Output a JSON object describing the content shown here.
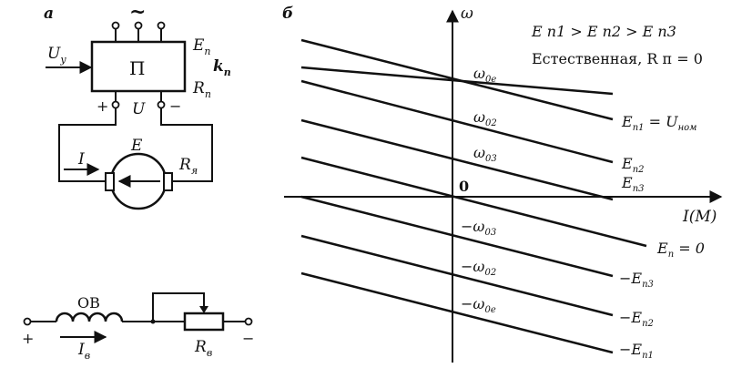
{
  "circuit": {
    "panel_label": "а",
    "converter_label": "П",
    "ac_symbol": "~",
    "control_input_label": "U",
    "control_input_sub": "у",
    "source_emf_label": "E",
    "source_emf_sub": "п",
    "gain_label": "k",
    "gain_sub": "п",
    "source_resistance_label": "R",
    "source_resistance_sub": "п",
    "plus_label": "+",
    "minus_label": "−",
    "voltage_label": "U",
    "motor_emf_label": "E",
    "current_label": "I",
    "armature_resistance_label": "R",
    "armature_resistance_sub": "я"
  },
  "field_circuit": {
    "winding_label": "ОВ",
    "current_label": "I",
    "current_sub": "в",
    "resistor_label": "R",
    "resistor_sub": "в",
    "plus_label": "+",
    "minus_label": "−"
  },
  "chart": {
    "panel_label": "б",
    "y_axis_label": "ω",
    "x_axis_label": "I(M)",
    "origin_label": "0",
    "legend_line1": "E п1 > E п2 > E п3",
    "legend_line2": "Естественная, R п = 0",
    "omega_labels": {
      "w0e": "ω",
      "w0e_sub": "0е",
      "w02": "ω",
      "w02_sub": "02",
      "w03": "ω",
      "w03_sub": "03",
      "mw03": "−ω",
      "mw03_sub": "03",
      "mw02": "−ω",
      "mw02_sub": "02",
      "mw0e": "−ω",
      "mw0e_sub": "0е"
    },
    "line_labels": {
      "ep1": "E",
      "ep1_sub": "п1",
      "ep1_tail": " = U",
      "ep1_tail_sub": "ном",
      "ep2": "E",
      "ep2_sub": "п2",
      "ep3": "E",
      "ep3_sub": "п3",
      "ep0": "E",
      "ep0_sub": "п",
      "ep0_tail": " = 0",
      "mep3": "−E",
      "mep3_sub": "п3",
      "mep2": "−E",
      "mep2_sub": "п2",
      "mep1": "−E",
      "mep1_sub": "п1"
    }
  }
}
